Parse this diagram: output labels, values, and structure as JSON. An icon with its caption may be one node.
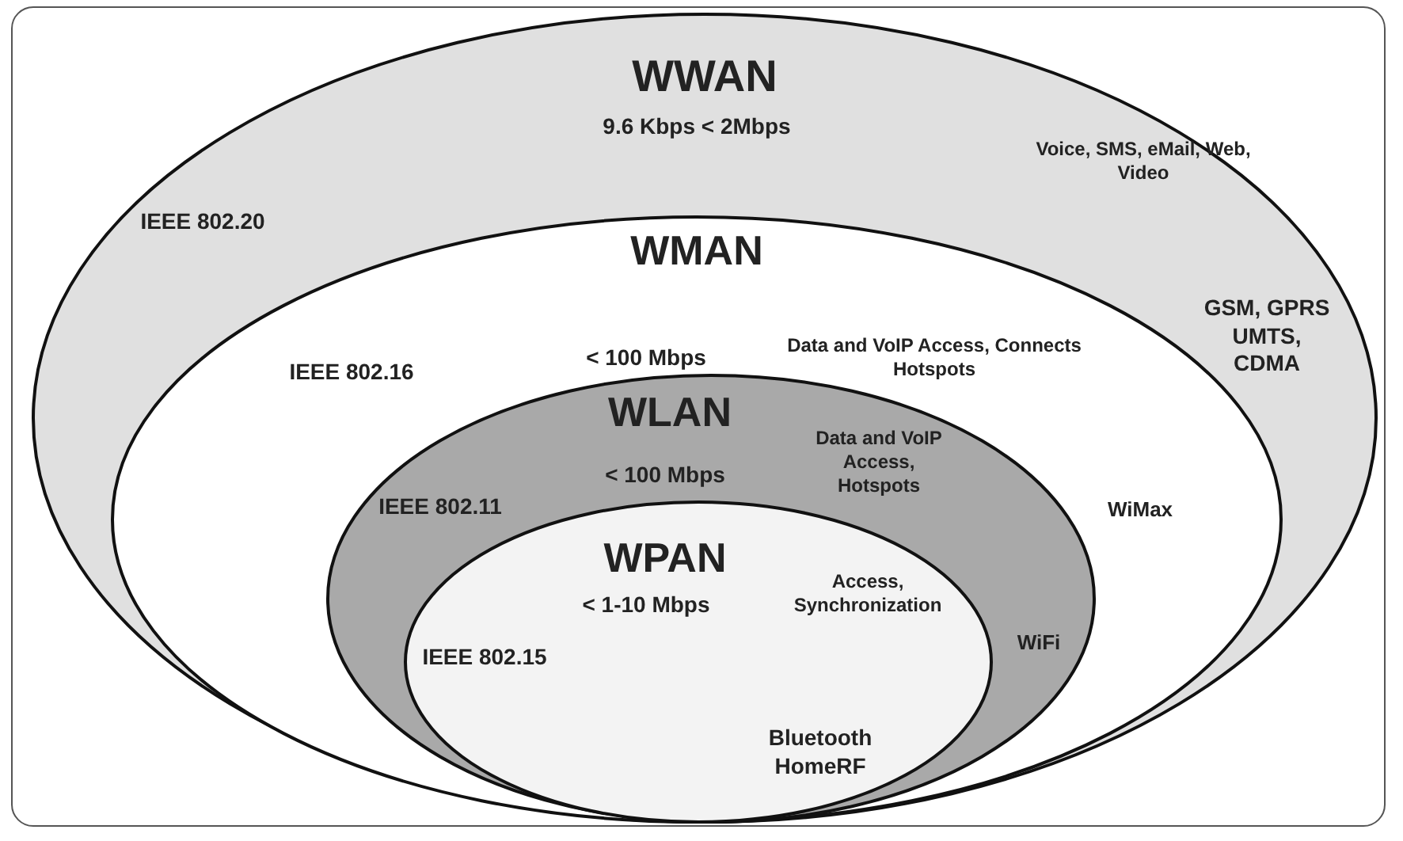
{
  "diagram": {
    "nodes": [
      {
        "text": [
          "WWAN",
          "9.6 Kbps < 2Mbps",
          "Voice, SMS, eMail, Web, Video",
          "IEEE 802.20",
          "GSM, GPRS UMTS, CDMA"
        ]
      },
      {
        "text": [
          "WMAN",
          "IEEE 802.16",
          "< 100 Mbps",
          "Data and VoIP Access, Connects Hotspots",
          "WiMax"
        ],
        "in": 0
      },
      {
        "text": [
          "WLAN",
          "< 100 Mbps",
          "Data and VoIP Access, Hotspots",
          "IEEE 802.11",
          "WiFi"
        ],
        "in": 1
      },
      {
        "text": [
          "WPAN",
          "< 1-10 Mbps",
          "Access, Synchronization",
          "IEEE 802.15",
          "Bluetooth HomeRF"
        ],
        "in": 2
      }
    ],
    "edges": []
  }
}
